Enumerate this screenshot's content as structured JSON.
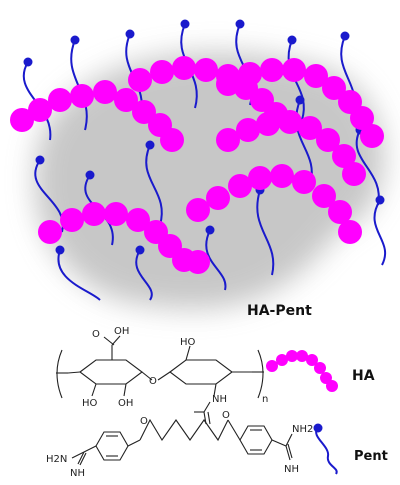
{
  "colors": {
    "ha_bead": "#ff00ff",
    "pent_chain": "#1a1acc",
    "shadow": "#9a9a9a",
    "text": "#111111"
  },
  "labels": {
    "complex": "HA-Pent",
    "ha": "HA",
    "pent": "Pent"
  },
  "ha_structure": {
    "carboxyl_o": "O",
    "carboxyl_oh": "OH",
    "oh_top": "HO",
    "oh_bottom_left": "HO",
    "oh_bottom_mid": "OH",
    "nh": "NH",
    "repeat": "n"
  },
  "pent_structure": {
    "left_amine": "H2N",
    "left_imine": "NH",
    "right_amine": "NH2",
    "right_imine": "NH",
    "ether_o": "O"
  }
}
